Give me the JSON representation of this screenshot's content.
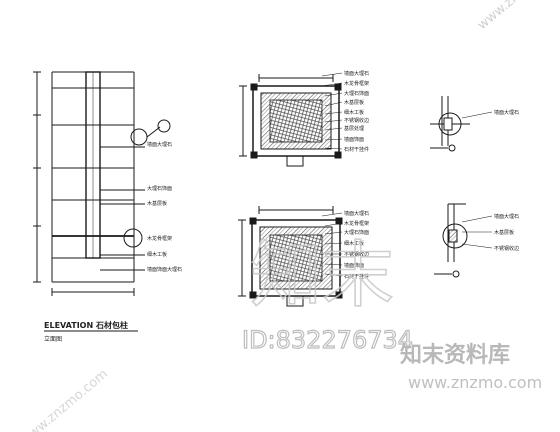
{
  "watermarks": {
    "site_url_corner": "www.znzmo.com",
    "site_url_bottom": "www.znzmo.com",
    "brand_center": "知末",
    "brand_bottom": "知末资料库",
    "id_label": "ID:832276734"
  },
  "elevation": {
    "title": "ELEVATION 石材包柱",
    "subtitle": "立面图"
  },
  "labels": {
    "top_plan": [
      "墙面大理石",
      "木龙骨框架",
      "大理石饰面",
      "木基层板",
      "细木工板",
      "不锈钢收边",
      "基层处理",
      "墙面饰面",
      "石材干挂件"
    ],
    "bottom_plan": [
      "墙面大理石",
      "木龙骨框架",
      "大理石饰面",
      "细木工板",
      "不锈钢收边",
      "墙面饰面",
      "石材干挂件"
    ],
    "detail_upper": [
      "墙面大理石"
    ],
    "detail_lower": [
      "墙面大理石",
      "木基层板",
      "不锈钢收边"
    ],
    "elevation_notes": [
      "墙面大理石",
      "大理石饰面",
      "木基层板",
      "木龙骨框架",
      "细木工板",
      "墙面饰面大理石"
    ]
  },
  "colors": {
    "line": "#1a1a1a",
    "hatch": "#555555",
    "watermark": "#c8c8c8"
  }
}
